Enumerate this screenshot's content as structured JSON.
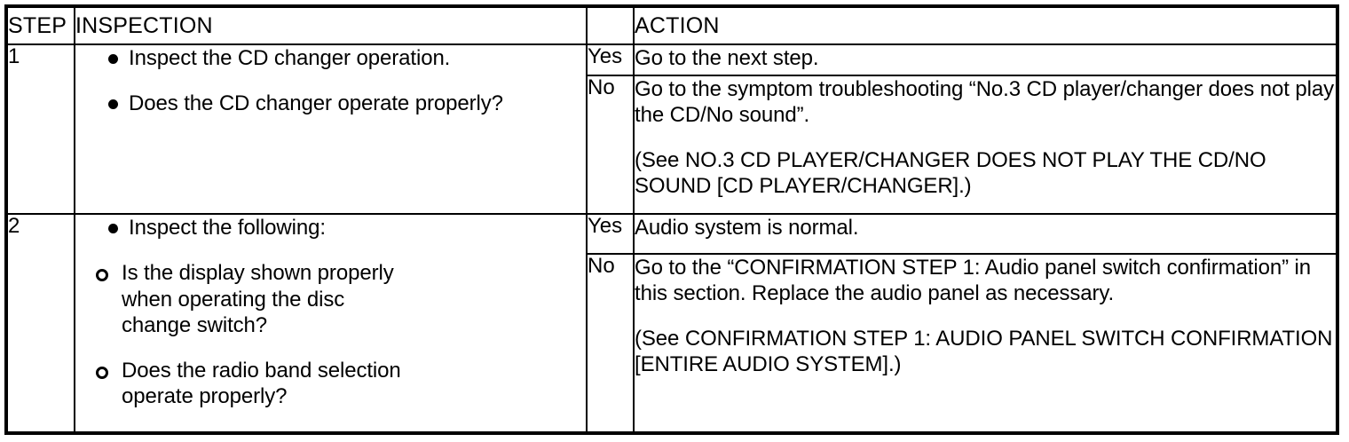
{
  "table": {
    "headers": {
      "step": "STEP",
      "inspection": "INSPECTION",
      "yesno": "",
      "action": "ACTION"
    },
    "rows": [
      {
        "step": "1",
        "inspection_bullets": [
          "Inspect the CD changer operation.",
          "Does the CD changer operate properly?"
        ],
        "inspection_subbullets": [],
        "branches": [
          {
            "label": "Yes",
            "paragraphs": [
              "Go to the next step."
            ]
          },
          {
            "label": "No",
            "paragraphs": [
              "Go to the symptom troubleshooting “No.3 CD player/changer does not play the CD/No sound”.",
              "(See NO.3 CD PLAYER/CHANGER DOES NOT PLAY THE CD/NO SOUND [CD PLAYER/CHANGER].)"
            ]
          }
        ]
      },
      {
        "step": "2",
        "inspection_bullets": [
          "Inspect the following:"
        ],
        "inspection_subbullets": [
          "Is the display shown properly when operating the disc change switch?",
          "Does the radio band selection operate properly?"
        ],
        "branches": [
          {
            "label": "Yes",
            "paragraphs": [
              "Audio system is normal."
            ]
          },
          {
            "label": "No",
            "paragraphs": [
              "Go to the “CONFIRMATION STEP 1: Audio panel switch confirmation” in this section. Replace the audio panel as necessary.",
              "(See CONFIRMATION STEP 1: AUDIO PANEL SWITCH CONFIRMATION [ENTIRE AUDIO SYSTEM].)"
            ]
          }
        ]
      }
    ]
  },
  "colors": {
    "border": "#000000",
    "text": "#000000",
    "background": "#ffffff"
  }
}
